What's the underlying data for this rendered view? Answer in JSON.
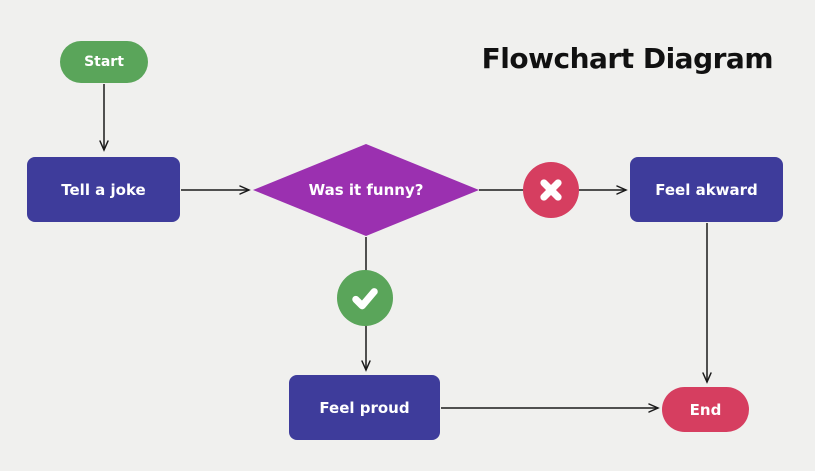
{
  "title": "Flowchart Diagram",
  "colors": {
    "background": "#F0F0EE",
    "terminator_start": "#5AA55A",
    "process_box": "#3E3C9B",
    "decision_diamond": "#9B30B0",
    "terminator_end": "#D63E60",
    "badge_no": "#D63E60",
    "badge_yes": "#5AA55A",
    "arrow": "#1A1A1A",
    "node_text": "#FFFFFF",
    "title_text": "#111111"
  },
  "nodes": {
    "start": {
      "label": "Start",
      "type": "terminator"
    },
    "tell_a_joke": {
      "label": "Tell a joke",
      "type": "process"
    },
    "was_it_funny": {
      "label": "Was it funny?",
      "type": "decision"
    },
    "feel_akward": {
      "label": "Feel akward",
      "type": "process"
    },
    "feel_proud": {
      "label": "Feel proud",
      "type": "process"
    },
    "end": {
      "label": "End",
      "type": "terminator"
    }
  },
  "badges": {
    "no": {
      "icon": "x-mark-icon",
      "meaning": "no"
    },
    "yes": {
      "icon": "check-mark-icon",
      "meaning": "yes"
    }
  },
  "edges": [
    {
      "from": "start",
      "to": "tell_a_joke"
    },
    {
      "from": "tell_a_joke",
      "to": "was_it_funny"
    },
    {
      "from": "was_it_funny",
      "to": "feel_akward",
      "condition": "no"
    },
    {
      "from": "was_it_funny",
      "to": "feel_proud",
      "condition": "yes"
    },
    {
      "from": "feel_proud",
      "to": "end"
    },
    {
      "from": "feel_akward",
      "to": "end"
    }
  ]
}
